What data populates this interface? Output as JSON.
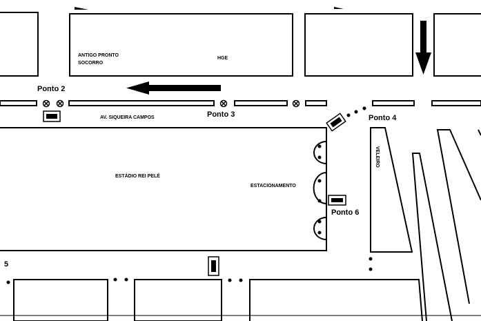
{
  "map": {
    "labels": {
      "antigo_pronto_line1": "ANTIGO PRONTO",
      "antigo_pronto_line2": "SOCORRO",
      "hge": "HGE",
      "avenue": "AV. SIQUEIRA CAMPOS",
      "stadium": "ESTÁDIO REI PELÉ",
      "parking": "ESTACIONAMENTO",
      "veleiro": "VELEIRO"
    },
    "points": {
      "ponto2": "Ponto 2",
      "ponto3": "Ponto 3",
      "ponto4": "Ponto 4",
      "ponto5": "5",
      "ponto6": "Ponto 6"
    },
    "icons": {
      "camera": "camera-icon",
      "traffic_light": "traffic-light-icon",
      "arrow": "direction-arrow-icon"
    },
    "colors": {
      "line": "#000000",
      "background": "#ffffff"
    }
  }
}
